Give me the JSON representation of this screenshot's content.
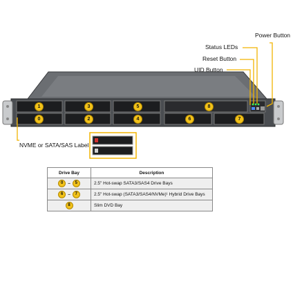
{
  "callouts": {
    "power_button": "Power Button",
    "status_leds": "Status LEDs",
    "reset_button": "Reset Button",
    "uid_button": "UID Button",
    "nvme_label": "NVME or SATA/SAS Label"
  },
  "bays": {
    "b0": "0",
    "b1": "1",
    "b2": "2",
    "b3": "3",
    "b4": "4",
    "b5": "5",
    "b6": "6",
    "b7": "7",
    "b8": "8"
  },
  "table": {
    "header_bay": "Drive Bay",
    "header_desc": "Description",
    "rows": [
      {
        "from": "0",
        "to": "5",
        "desc": "2.5\" Hot-swap SATA3/SAS4 Drive Bays"
      },
      {
        "from": "6",
        "to": "7",
        "desc": "2.5\" Hot-swap (SATA3/SAS4/NVMe)¹ Hybrid Drive Bays"
      },
      {
        "single": "8",
        "desc": "Slim DVD Bay"
      }
    ]
  },
  "colors": {
    "badge": "#f2c21a",
    "callout_line": "#f2b400",
    "chassis": "#5a5d61",
    "bay": "#1c1d1f"
  }
}
